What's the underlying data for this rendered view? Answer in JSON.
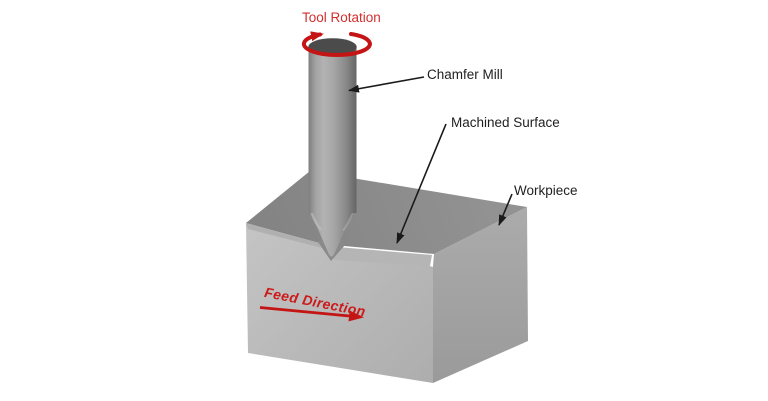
{
  "diagram": {
    "type": "chamfer-milling-illustration",
    "labels": {
      "tool_rotation": "Tool Rotation",
      "chamfer_mill": "Chamfer Mill",
      "machined_surface": "Machined Surface",
      "workpiece": "Workpiece",
      "feed_direction": "Feed Direction"
    },
    "icons": {
      "rotation_arrow": "elliptical-rotation-arrow",
      "feed_arrow": "straight-right-arrow",
      "leader_arrows": "black-leader-arrow"
    },
    "colors": {
      "background": "#ffffff",
      "annotation_red": "#c41414",
      "red_text": "#d22f2f",
      "label_black": "#1f1f1f",
      "workpiece_top_face": "#8c8c8c",
      "workpiece_front_face": "#bcbcbc",
      "workpiece_right_face": "#a5a5a5",
      "machined_chamfer_strip": "#b5b5b5",
      "tool_top": "#4b4b4b",
      "tool_body_light": "#b2b2b2",
      "tool_body_dark": "#666666"
    }
  }
}
